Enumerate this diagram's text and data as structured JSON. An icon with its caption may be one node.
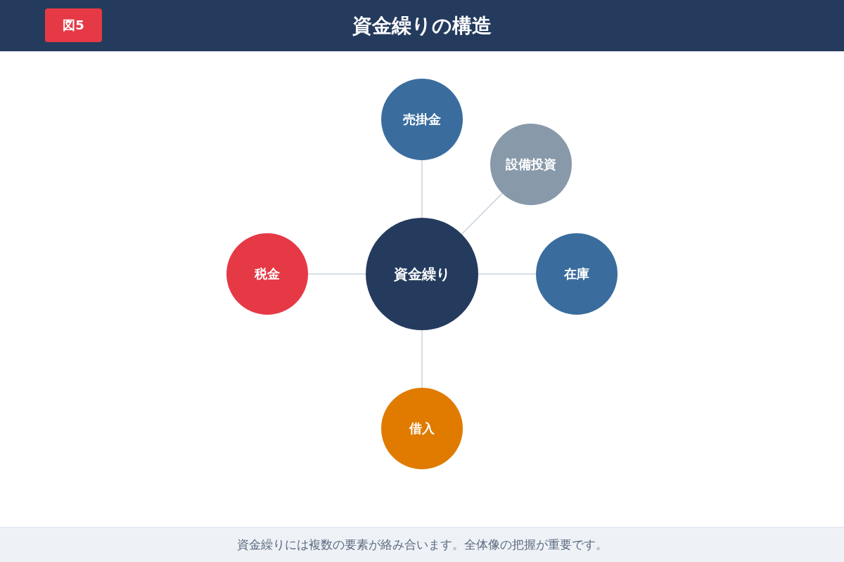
{
  "diagram": {
    "title": "資金繰りの構造",
    "caption": "資金繰りには複数の要素が絡み合います。全体像の把握が重要です。",
    "nodes": [
      {
        "text": [
          "売掛金"
        ]
      },
      {
        "text": [
          "設備投資"
        ]
      },
      {
        "text": [
          "税金"
        ]
      },
      {
        "text": [
          "資金繰り"
        ]
      },
      {
        "text": [
          "在庫"
        ]
      },
      {
        "text": [
          "借入"
        ]
      }
    ],
    "edges": [
      {
        "from": 3,
        "to": 0,
        "arrow": "none"
      },
      {
        "from": 3,
        "to": 1,
        "arrow": "none"
      },
      {
        "from": 3,
        "to": 2,
        "arrow": "none"
      },
      {
        "from": 3,
        "to": 4,
        "arrow": "none"
      },
      {
        "from": 3,
        "to": 5,
        "arrow": "none"
      }
    ],
    "labels": [
      "図5"
    ]
  }
}
